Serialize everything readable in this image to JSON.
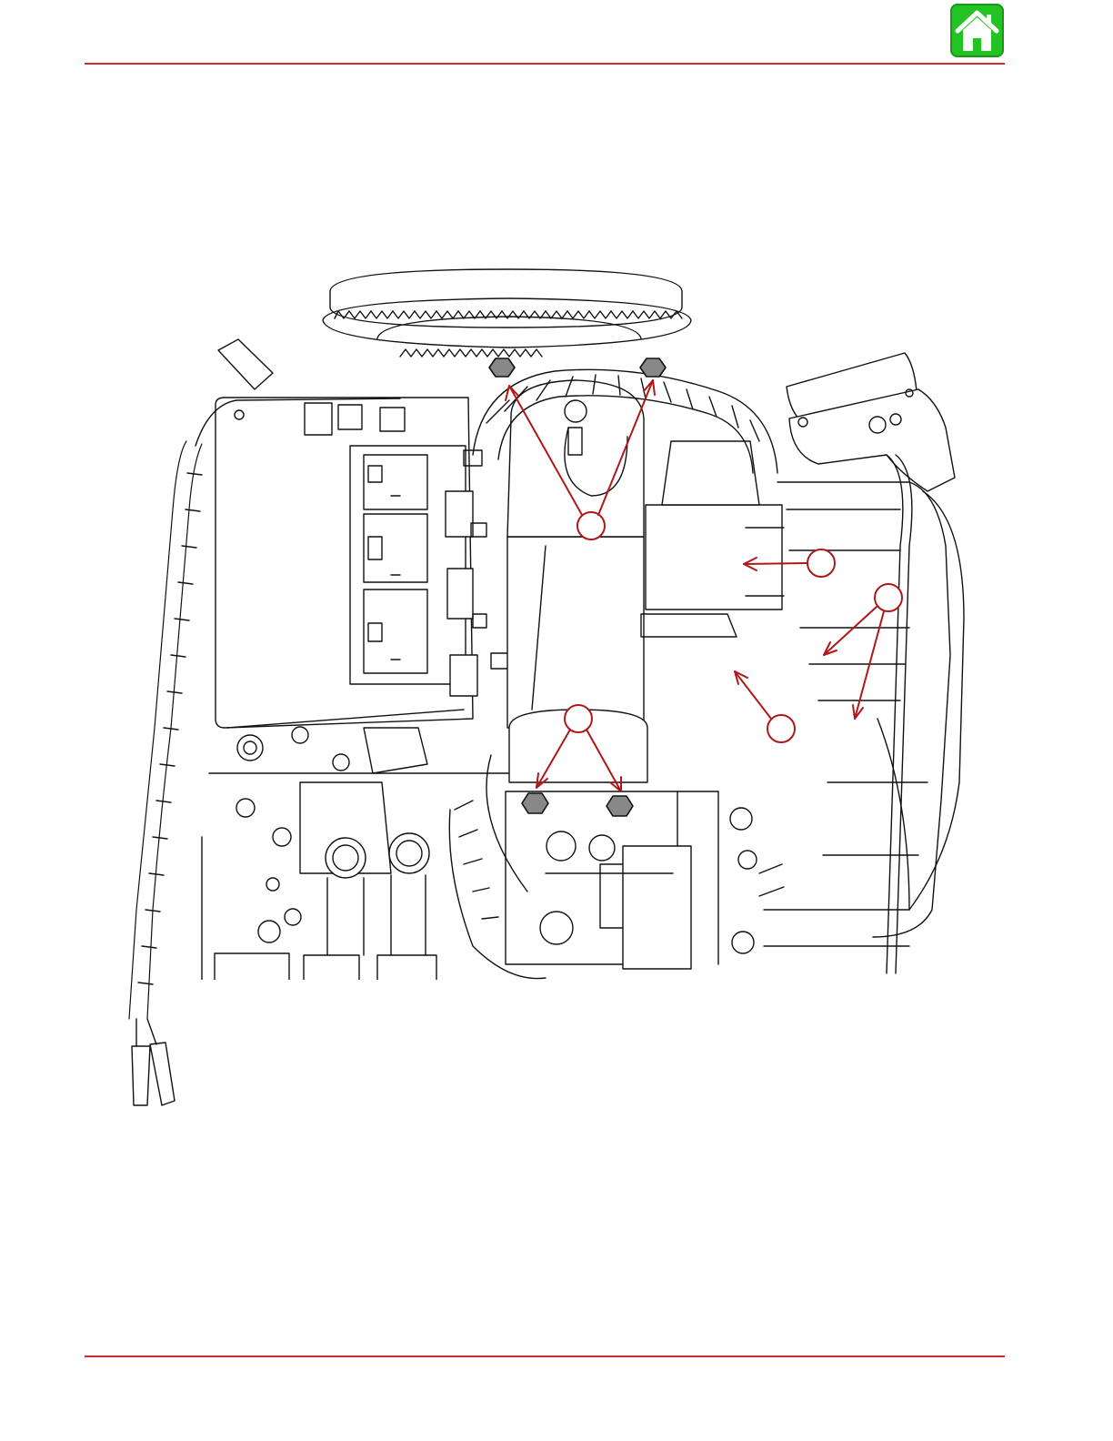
{
  "page": {
    "accent_color": "#d42a2a",
    "home_button": {
      "icon": "home-icon",
      "color": "#22c322"
    }
  },
  "illustration": {
    "subject": "engine-top-view-line-drawing",
    "callout_color": "#b01818",
    "callouts": [
      {
        "id": "a",
        "targets": 2,
        "style": "circle-with-arrows"
      },
      {
        "id": "b",
        "targets": 1,
        "style": "circle-with-arrows"
      },
      {
        "id": "c",
        "targets": 2,
        "style": "circle-with-arrows"
      },
      {
        "id": "d",
        "targets": 1,
        "style": "circle-with-arrows"
      },
      {
        "id": "e",
        "targets": 2,
        "style": "circle-with-arrows"
      }
    ]
  }
}
